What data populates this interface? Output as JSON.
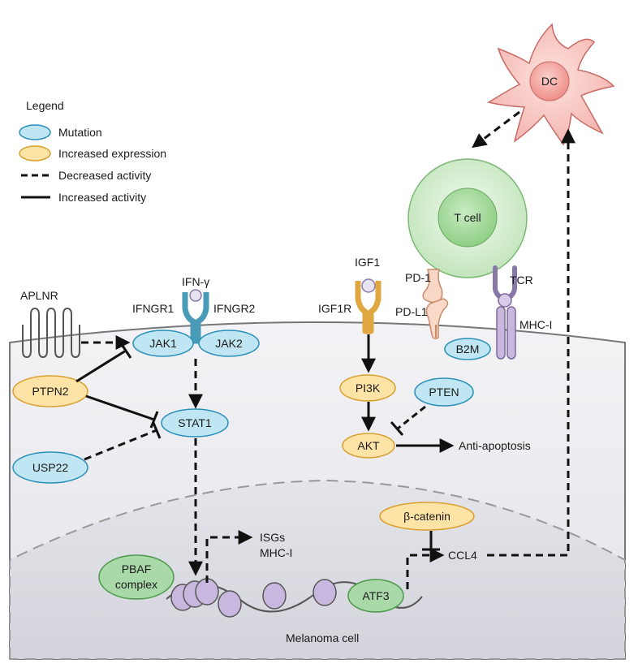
{
  "legend": {
    "title": "Legend",
    "mutation": "Mutation",
    "increased_expression": "Increased expression",
    "decreased_activity": "Decreased activity",
    "increased_activity": "Increased activity"
  },
  "colors": {
    "mutation_fill": "#bfe6f2",
    "mutation_stroke": "#2a8fb8",
    "expression_fill": "#fde3a6",
    "expression_stroke": "#d9a030",
    "complex_fill": "#a9d9a9",
    "complex_stroke": "#4a9a4a",
    "tcell_fill": "#d9f0d5",
    "dc_fill": "#f8c8c4",
    "cell_fill": "#ececf0"
  },
  "cells": {
    "dc": "DC",
    "tcell": "T cell",
    "melanoma": "Melanoma cell"
  },
  "receptors": {
    "ifn_gamma": "IFN-γ",
    "ifngr1": "IFNGR1",
    "ifngr2": "IFNGR2",
    "aplnr": "APLNR",
    "igf1": "IGF1",
    "igf1r": "IGF1R",
    "pd1": "PD-1",
    "pdl1": "PD-L1",
    "tcr": "TCR",
    "mhc1": "MHC-I"
  },
  "nodes": {
    "jak1": "JAK1",
    "jak2": "JAK2",
    "ptpn2": "PTPN2",
    "stat1": "STAT1",
    "usp22": "USP22",
    "pi3k": "PI3K",
    "pten": "PTEN",
    "akt": "AKT",
    "b2m": "B2M",
    "beta_catenin": "β-catenin",
    "atf3": "ATF3",
    "pbaf_line1": "PBAF",
    "pbaf_line2": "complex"
  },
  "outputs": {
    "anti_apoptosis": "Anti-apoptosis",
    "isgs": "ISGs",
    "mhc1": "MHC-I",
    "ccl4": "CCL4"
  }
}
